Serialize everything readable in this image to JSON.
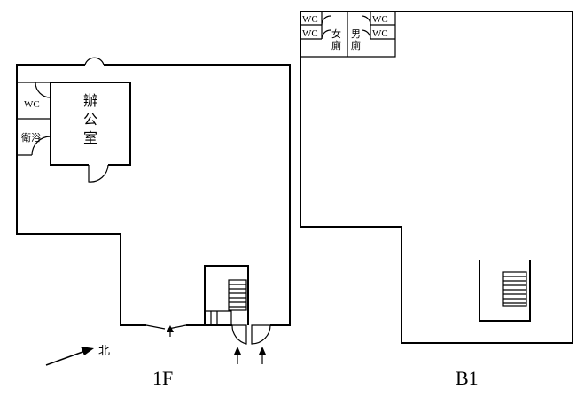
{
  "floor_1f": {
    "label": "1F",
    "office_label": [
      "辦",
      "公",
      "室"
    ],
    "wc_label": "WC",
    "bath_label": "衛浴",
    "north_label": "北"
  },
  "floor_b1": {
    "label": "B1",
    "wc_labels": [
      "WC",
      "WC",
      "WC",
      "WC"
    ],
    "womens_label": [
      "女",
      "廁"
    ],
    "mens_label": [
      "男",
      "廁"
    ]
  }
}
